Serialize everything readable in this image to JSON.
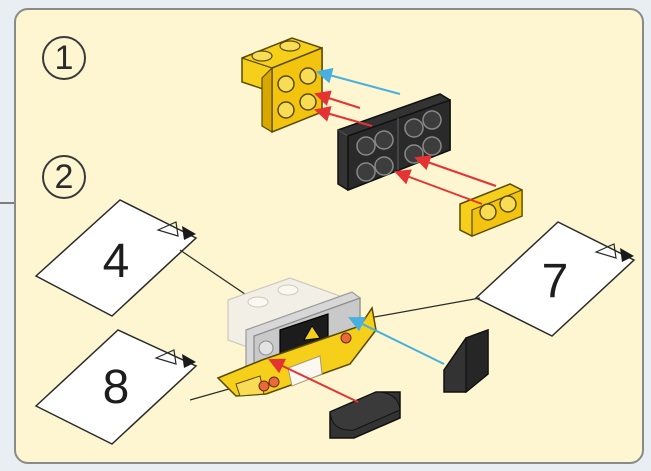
{
  "steps": {
    "step1": "1",
    "step2": "2"
  },
  "callouts": {
    "card4": "4",
    "card7": "7",
    "card8": "8"
  },
  "colors": {
    "panel": "#fdf6d0",
    "yellow": "#f5cf1a",
    "black": "#2a2a2a",
    "arrow_red": "#e53333",
    "arrow_blue": "#47b0e0"
  }
}
